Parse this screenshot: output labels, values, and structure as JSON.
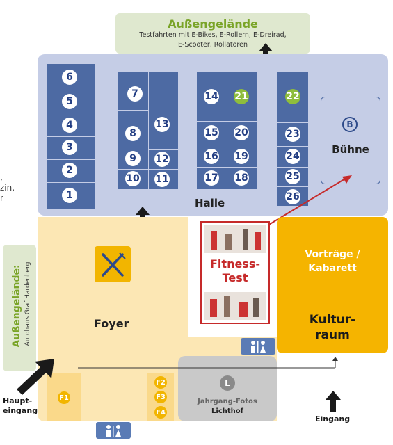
{
  "outdoor_top": {
    "title": "Außengelände",
    "line1": "Testfahrten mit E-Bikes, E-Rollern, E-Dreirad,",
    "line2": "E-Scooter, Rollatoren"
  },
  "outdoor_left": {
    "title": "Außengelände:",
    "subtitle": "Autohaus Graf Hardenberg"
  },
  "hall": {
    "label": "Halle",
    "booths": [
      "1",
      "2",
      "3",
      "4",
      "5",
      "6",
      "7",
      "8",
      "9",
      "10",
      "11",
      "12",
      "13",
      "14",
      "15",
      "16",
      "17",
      "18",
      "19",
      "20",
      "21",
      "22",
      "23",
      "24",
      "25",
      "26"
    ]
  },
  "stage": {
    "icon_letter": "B",
    "label": "Bühne"
  },
  "fitness": {
    "line1": "Fitness-",
    "line2": "Test"
  },
  "lectures": {
    "line1": "Vorträge /",
    "line2": "Kabarett"
  },
  "culture": {
    "line1": "Kultur-",
    "line2": "raum"
  },
  "foyer": {
    "label": "Foyer"
  },
  "courtyard": {
    "icon_letter": "L",
    "line1": "Jahrgang-Fotos",
    "line2": "Lichthof"
  },
  "entrances": {
    "main_line1": "Haupt-",
    "main_line2": "eingang",
    "side": "Eingang"
  },
  "f_booths": [
    "F1",
    "F2",
    "F3",
    "F4"
  ],
  "edge_text": {
    "a": ",",
    "b": "zin,",
    "c": "r"
  },
  "colors": {
    "hall": "#c5cde6",
    "booth": "#4d6aa3",
    "foyer": "#fce7b4",
    "culture": "#f5b400",
    "green": "#8ebd3c",
    "arrow_red": "#c62a2a"
  }
}
